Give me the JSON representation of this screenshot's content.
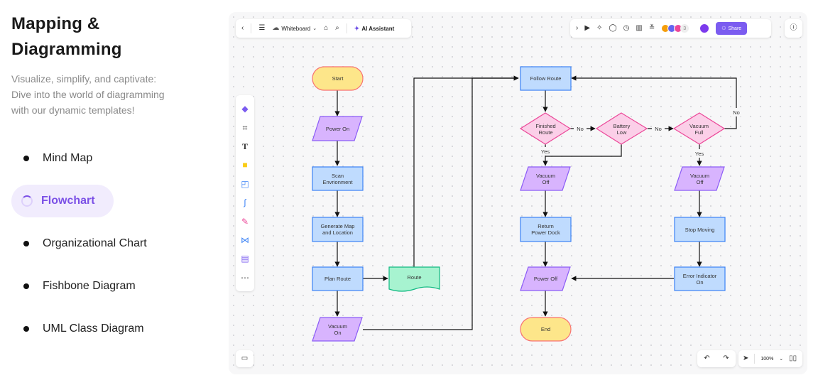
{
  "heading": {
    "line1": "Mapping &",
    "line2": "Diagramming"
  },
  "description": {
    "line1": "Visualize, simplify, and captivate:",
    "line2": "Dive into the world of diagramming",
    "line3": "with our dynamic templates!"
  },
  "menu": [
    {
      "label": "Mind Map",
      "active": false
    },
    {
      "label": "Flowchart",
      "active": true
    },
    {
      "label": "Organizational Chart",
      "active": false
    },
    {
      "label": "Fishbone Diagram",
      "active": false
    },
    {
      "label": "UML Class Diagram",
      "active": false
    }
  ],
  "toolbar": {
    "back_icon": "chevron-left-icon",
    "menu_icon": "hamburger-icon",
    "board_name": "Whiteboard",
    "ai_label": "AI Assistant",
    "collaborator_count": "3",
    "share_label": "Share",
    "zoom": "100%"
  },
  "colors": {
    "accent": "#7b5cf0",
    "terminal_fill": "#fde68a",
    "terminal_stroke": "#f87171",
    "process_fill": "#bfdbfe",
    "process_stroke": "#3b82f6",
    "io_fill": "#d8b4fe",
    "io_stroke": "#8b5cf6",
    "decision_fill": "#fbcfe8",
    "decision_stroke": "#ec4899",
    "document_fill": "#a7f3d0",
    "document_stroke": "#10b981"
  },
  "flow": {
    "start": "Start",
    "power_on": "Power On",
    "scan_1": "Scan",
    "scan_2": "Envrionment",
    "gen_1": "Generate Map",
    "gen_2": "and Location",
    "plan_route": "Plan Route",
    "route_doc": "Route",
    "vacuum_on_1": "Vacuum",
    "vacuum_on_2": "On",
    "follow_route": "Follow Route",
    "finished_1": "Finished",
    "finished_2": "Route",
    "battery_1": "Battery",
    "battery_2": "Low",
    "vfull_1": "Vacuum",
    "vfull_2": "Full",
    "voff1_1": "Vacuum",
    "voff1_2": "Off",
    "voff2_1": "Vacuum",
    "voff2_2": "Off",
    "return_1": "Return",
    "return_2": "Power Dock",
    "stop_moving": "Stop Moving",
    "error_1": "Error Indicator",
    "error_2": "On",
    "power_off": "Power Off",
    "end": "End",
    "label_no_1": "No",
    "label_no_2": "No",
    "label_no_3": "No",
    "label_yes_1": "Yes",
    "label_yes_2": "Yes"
  }
}
